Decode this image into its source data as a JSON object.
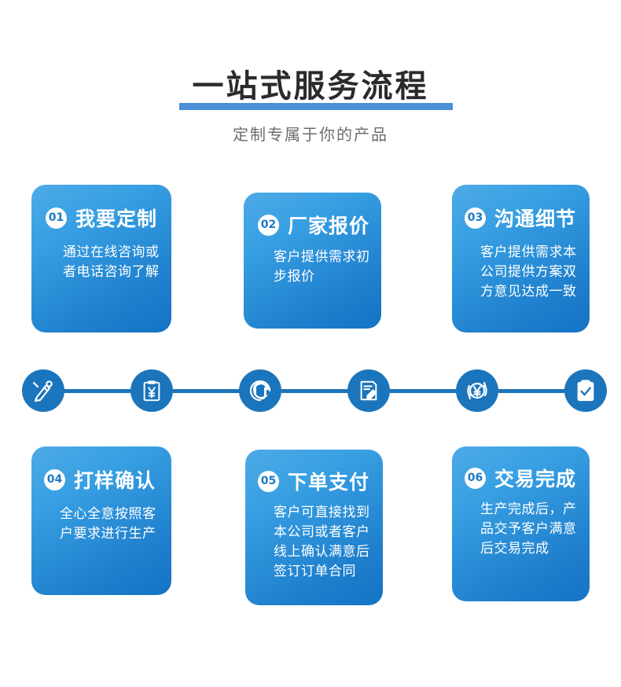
{
  "header": {
    "title": "一站式服务流程",
    "subtitle": "定制专属于你的产品",
    "accent_color": "#4a90d9",
    "title_color": "#2b2b2b",
    "subtitle_color": "#6d6d6d"
  },
  "theme": {
    "card_gradient_from": "#4eaae6",
    "card_gradient_to": "#1473c4",
    "icon_blue": "#1b75bc",
    "badge_text_color": "#1b7ac7",
    "card_text_color": "#ffffff",
    "background": "#ffffff"
  },
  "steps": [
    {
      "number": "01",
      "title": "我要定制",
      "body": "通过在线咨询或者电话咨询了解",
      "icon": "pen-design-icon"
    },
    {
      "number": "02",
      "title": "厂家报价",
      "body": "客户提供需求初步报价",
      "icon": "clipboard-yuan-icon"
    },
    {
      "number": "03",
      "title": "沟通细节",
      "body": "客户提供需求本公司提供方案双方意见达成一致",
      "icon": "headset-icon"
    },
    {
      "number": "04",
      "title": "打样确认",
      "body": "全心全意按照客户要求进行生产",
      "icon": "document-pen-icon"
    },
    {
      "number": "05",
      "title": "下单支付",
      "body": "客户可直接找到本公司或者客户线上确认满意后签订订单合同",
      "icon": "yuan-refresh-icon"
    },
    {
      "number": "06",
      "title": "交易完成",
      "body": "生产完成后，产品交予客户满意后交易完成",
      "icon": "clipboard-check-icon"
    }
  ]
}
